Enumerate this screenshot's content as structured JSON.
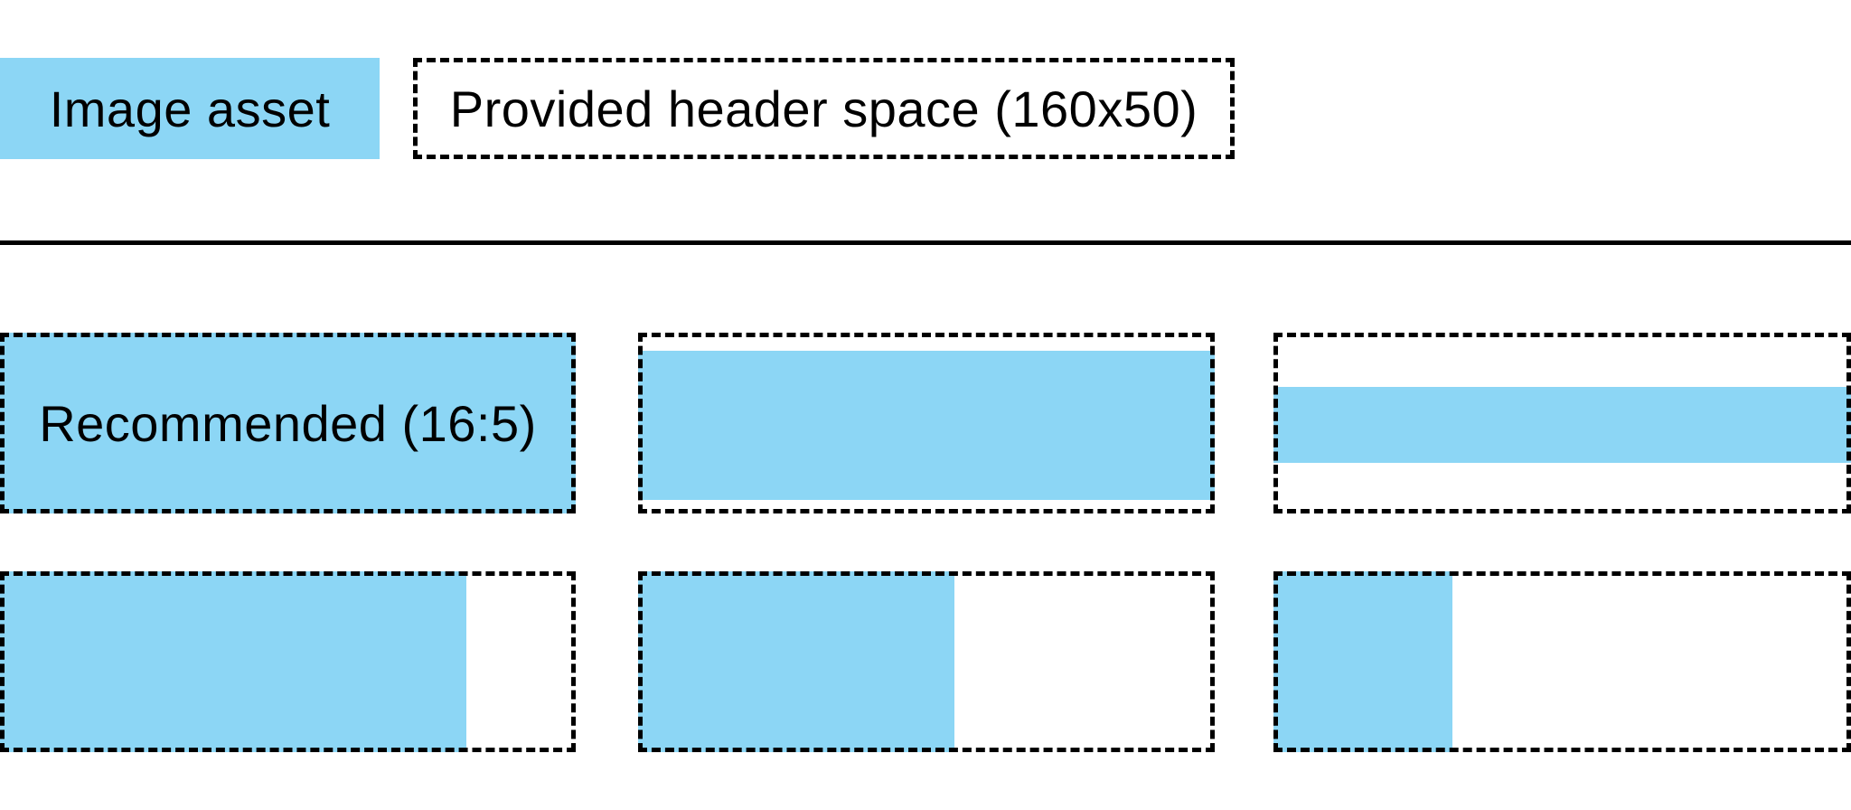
{
  "colors": {
    "asset_fill": "#8CD6F5",
    "outline": "#000000",
    "background": "#FFFFFF",
    "text": "#000000"
  },
  "legend": {
    "image_asset_label": "Image asset",
    "header_space_label": "Provided header space (160x50)"
  },
  "examples": {
    "recommended_label": "Recommended (16:5)"
  }
}
